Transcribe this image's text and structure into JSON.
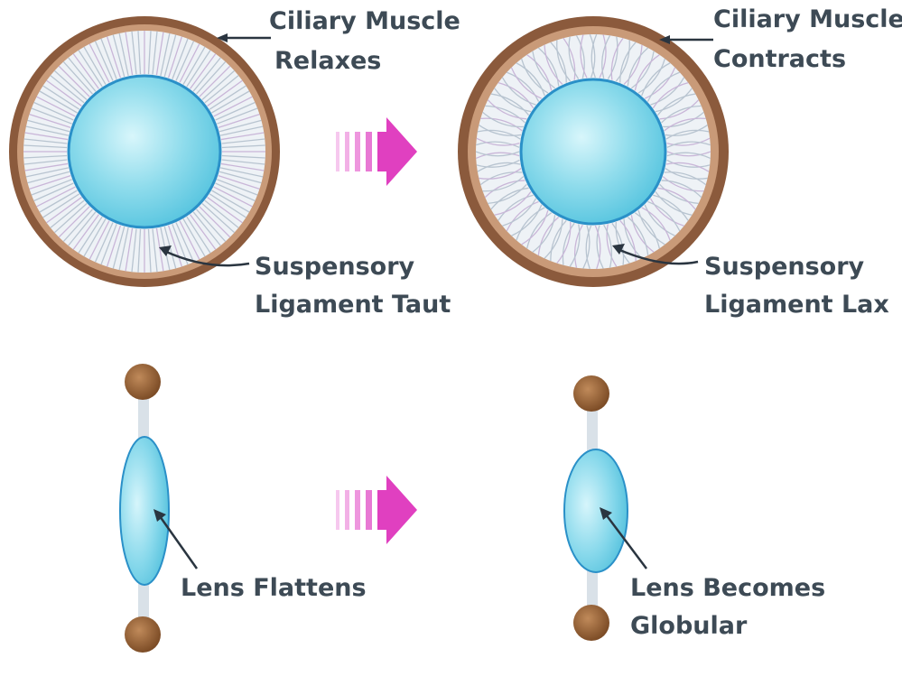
{
  "labels": {
    "relaxed_muscle_line1": "Ciliary Muscle",
    "relaxed_muscle_line2": "Relaxes",
    "contracted_muscle_line1": "Ciliary Muscle",
    "contracted_muscle_line2": "Contracts",
    "taut_ligament_line1": "Suspensory",
    "taut_ligament_line2": "Ligament Taut",
    "lax_ligament_line1": "Suspensory",
    "lax_ligament_line2": "Ligament Lax",
    "lens_flat": "Lens Flattens",
    "lens_globular_line1": "Lens Becomes",
    "lens_globular_line2": "Globular"
  },
  "colors": {
    "muscle_ring": "#8b5a3c",
    "ligament_zone": "#eef2f6",
    "lens_fill": "#7fd7ea",
    "lens_edge": "#2a90c8",
    "muscle_knob": "#8a5a30",
    "arrow": "#e040c0",
    "label_text": "#3d4a55"
  }
}
